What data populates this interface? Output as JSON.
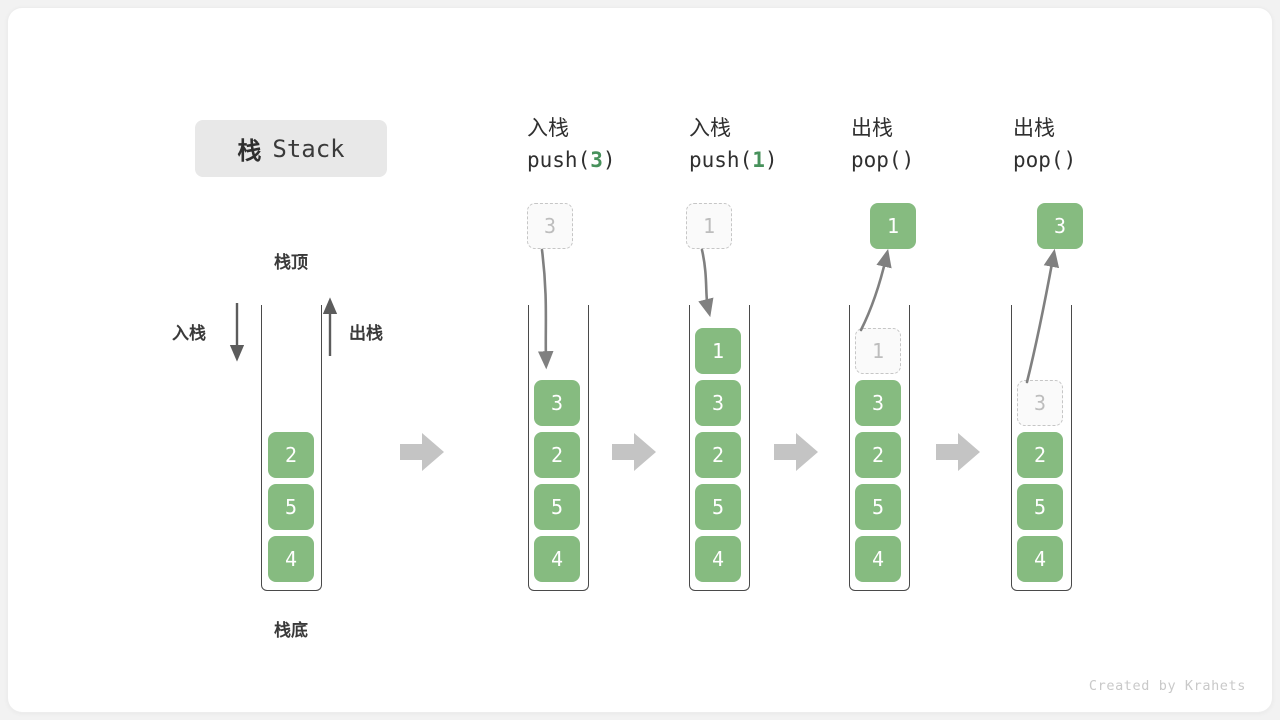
{
  "title": {
    "cjk": "栈",
    "latin": "Stack"
  },
  "footer": {
    "text": "Created by Krahets"
  },
  "colors": {
    "element": "#86bb80",
    "ghost_border": "#c6c6c6",
    "ghost_text": "#bdbdbd",
    "arrow": "#808080",
    "block_arrow": "#c4c4c4",
    "container_line": "#4a4a4a",
    "accent_green": "#47915b",
    "title_chip_bg": "#e8e8e8"
  },
  "legend": {
    "top_label": "栈顶",
    "bottom_label": "栈底",
    "push_label": "入栈",
    "pop_label": "出栈"
  },
  "columns": [
    {
      "id": "initial",
      "header_line1": "",
      "header_line2": "",
      "header_arg": "",
      "stack": [
        "2",
        "5",
        "4"
      ],
      "ghost_index": -1,
      "floating": null,
      "incoming_ghost": null
    },
    {
      "id": "push-3",
      "header_line1": "入栈",
      "header_line2_prefix": "push(",
      "header_arg": "3",
      "header_line2_suffix": ")",
      "stack": [
        "3",
        "2",
        "5",
        "4"
      ],
      "ghost_index": -1,
      "floating": null,
      "incoming_ghost": "3"
    },
    {
      "id": "push-1",
      "header_line1": "入栈",
      "header_line2_prefix": "push(",
      "header_arg": "1",
      "header_line2_suffix": ")",
      "stack": [
        "1",
        "3",
        "2",
        "5",
        "4"
      ],
      "ghost_index": -1,
      "floating": null,
      "incoming_ghost": "1"
    },
    {
      "id": "pop-1",
      "header_line1": "出栈",
      "header_line2_prefix": "pop(",
      "header_arg": "",
      "header_line2_suffix": ")",
      "stack": [
        "1",
        "3",
        "2",
        "5",
        "4"
      ],
      "ghost_index": 0,
      "floating": "1",
      "incoming_ghost": null
    },
    {
      "id": "pop-3",
      "header_line1": "出栈",
      "header_line2_prefix": "pop(",
      "header_arg": "",
      "header_line2_suffix": ")",
      "stack": [
        "3",
        "2",
        "5",
        "4"
      ],
      "ghost_index": 0,
      "floating": "3",
      "incoming_ghost": null
    }
  ],
  "cells": {
    "c0_0": "2",
    "c0_1": "5",
    "c0_2": "4",
    "c1_ghost": "3",
    "c1_0": "3",
    "c1_1": "2",
    "c1_2": "5",
    "c1_3": "4",
    "c2_ghost": "1",
    "c2_0": "1",
    "c2_1": "3",
    "c2_2": "2",
    "c2_3": "5",
    "c2_4": "4",
    "c3_float": "1",
    "c3_0": "1",
    "c3_1": "3",
    "c3_2": "2",
    "c3_3": "5",
    "c3_4": "4",
    "c4_float": "3",
    "c4_0": "3",
    "c4_1": "2",
    "c4_2": "5",
    "c4_3": "4"
  },
  "headers": {
    "h1_l1": "入栈",
    "h1_pre": "push(",
    "h1_arg": "3",
    "h1_post": ")",
    "h2_l1": "入栈",
    "h2_pre": "push(",
    "h2_arg": "1",
    "h2_post": ")",
    "h3_l1": "出栈",
    "h3_pre": "pop(",
    "h3_arg": "",
    "h3_post": ")",
    "h4_l1": "出栈",
    "h4_pre": "pop(",
    "h4_arg": "",
    "h4_post": ")"
  }
}
